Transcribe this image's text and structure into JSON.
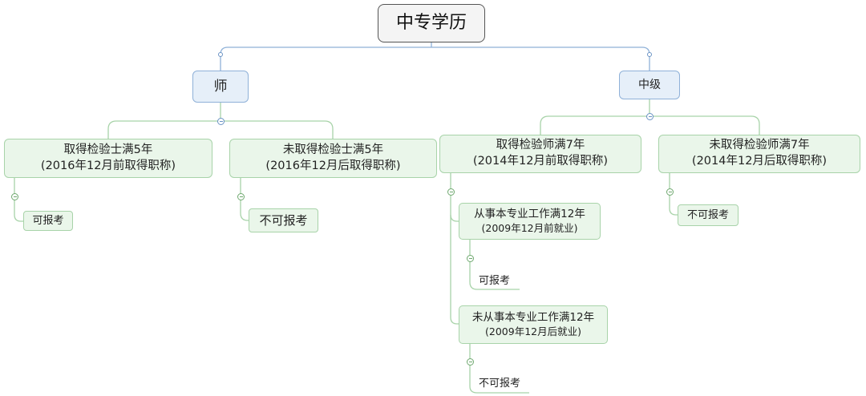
{
  "root": {
    "label": "中专学历"
  },
  "branches": [
    {
      "label": "师",
      "children": [
        {
          "line1": "取得检验士满5年",
          "line2": "(2016年12月前取得职称)",
          "result": "可报考"
        },
        {
          "line1": "未取得检验士满5年",
          "line2": "(2016年12月后取得职称)",
          "result": "不可报考"
        }
      ]
    },
    {
      "label": "中级",
      "children": [
        {
          "line1": "取得检验师满7年",
          "line2": "(2014年12月前取得职称)",
          "sub": [
            {
              "line1": "从事本专业工作满12年",
              "line2": "(2009年12月前就业)",
              "result": "可报考"
            },
            {
              "line1": "未从事本专业工作满12年",
              "line2": "(2009年12月后就业)",
              "result": "不可报考"
            }
          ]
        },
        {
          "line1": "未取得检验师满7年",
          "line2": "(2014年12月后取得职称)",
          "result": "不可报考"
        }
      ]
    }
  ]
}
